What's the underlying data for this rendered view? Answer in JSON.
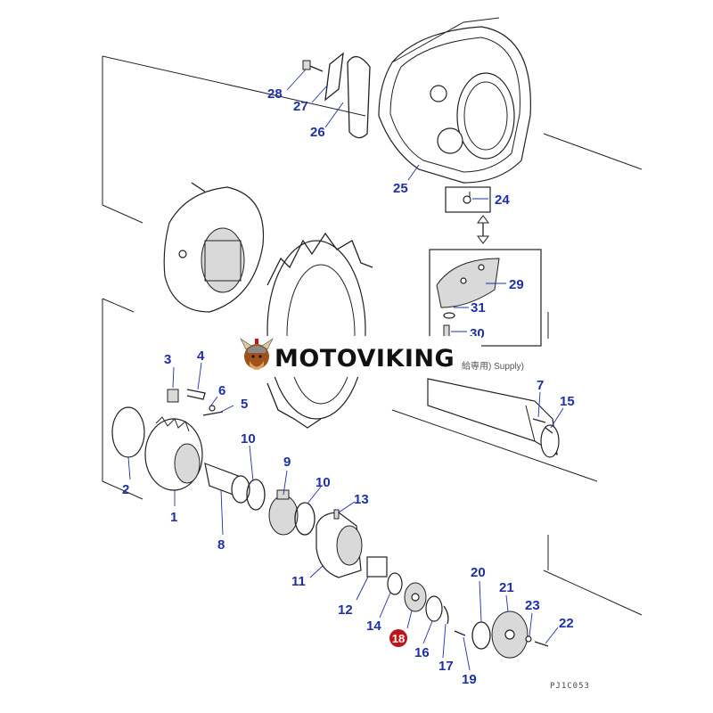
{
  "watermark": {
    "brand": "MOTOVIKING"
  },
  "drawing_code": "PJ1C053",
  "supply_note": "給専用) Supply)",
  "highlight_color": "#c0141b",
  "label_color": "#1f2fa8",
  "parts": {
    "p1": "1",
    "p2": "2",
    "p3": "3",
    "p4": "4",
    "p5": "5",
    "p6": "6",
    "p7": "7",
    "p8": "8",
    "p9": "9",
    "p10a": "10",
    "p10b": "10",
    "p11": "11",
    "p12": "12",
    "p13": "13",
    "p14": "14",
    "p15": "15",
    "p16": "16",
    "p17": "17",
    "p18": "18",
    "p19": "19",
    "p20": "20",
    "p21": "21",
    "p22": "22",
    "p23": "23",
    "p24": "24",
    "p25": "25",
    "p26": "26",
    "p27": "27",
    "p28": "28",
    "p29": "29",
    "p30": "30",
    "p31": "31"
  }
}
